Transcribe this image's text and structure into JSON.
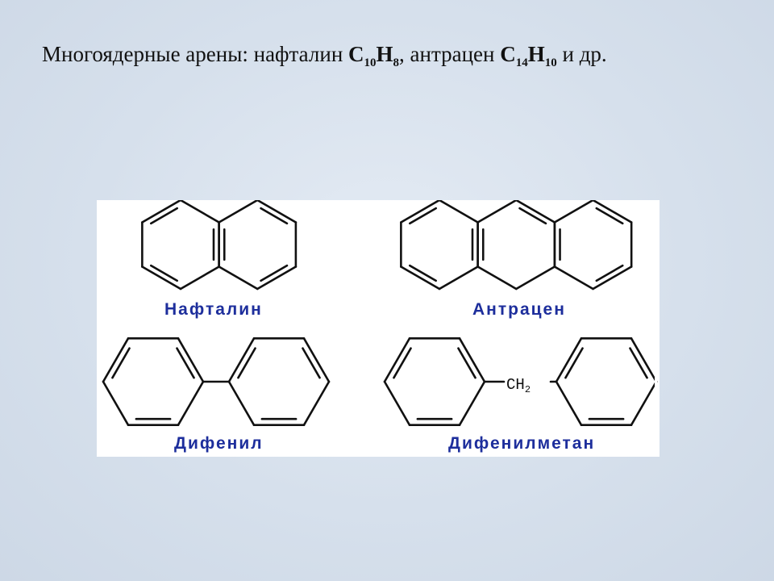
{
  "heading": {
    "prefix": "Многоядерные арены: нафталин ",
    "naphthalene_c": "C",
    "naphthalene_c_sub": "10",
    "naphthalene_h": "H",
    "naphthalene_h_sub": "8",
    "middle": ", антрацен ",
    "anthracene_c": "C",
    "anthracene_c_sub": "14",
    "anthracene_h": "H",
    "anthracene_h_sub": "10",
    "suffix": " и др."
  },
  "structures": {
    "naphthalene_label": "Нафталин",
    "anthracene_label": "Антрацен",
    "biphenyl_label": "Дифенил",
    "diphenylmethane_label": "Дифенилметан",
    "ch2_group": "CH",
    "ch2_sub": "2"
  }
}
